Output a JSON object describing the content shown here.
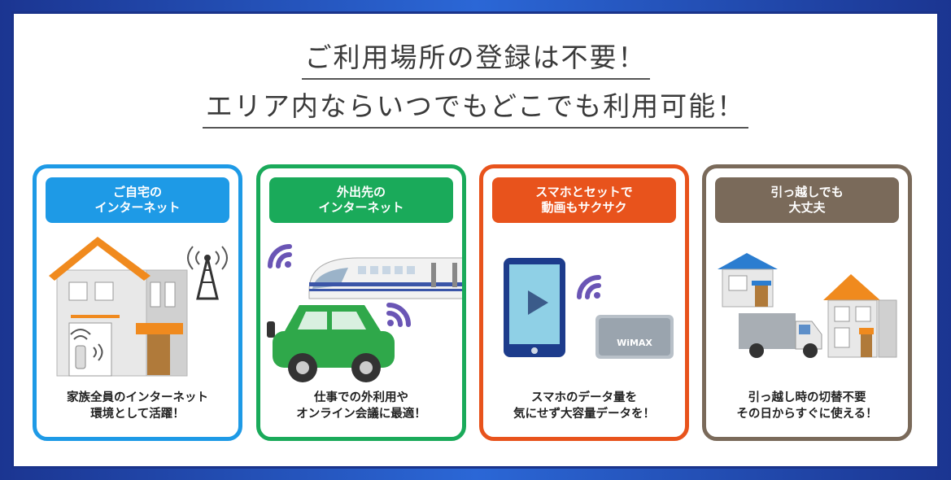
{
  "headline": {
    "line1": "ご利用場所の登録は不要！",
    "line2": "エリア内ならいつでもどこでも利用可能！"
  },
  "cards": [
    {
      "title_line1": "ご自宅の",
      "title_line2": "インターネット",
      "caption_line1": "家族全員のインターネット",
      "caption_line2": "環境として活躍！",
      "color": "#1e9ae6",
      "icon": "home-router-icon"
    },
    {
      "title_line1": "外出先の",
      "title_line2": "インターネット",
      "caption_line1": "仕事での外利用や",
      "caption_line2": "オンライン会議に最適！",
      "color": "#1aaa5a",
      "icon": "train-car-icon"
    },
    {
      "title_line1": "スマホとセットで",
      "title_line2": "動画もサクサク",
      "caption_line1": "スマホのデータ量を",
      "caption_line2": "気にせず大容量データを！",
      "color": "#e8531c",
      "icon": "tablet-router-icon",
      "router_label": "WiMAX"
    },
    {
      "title_line1": "引っ越しでも",
      "title_line2": "大丈夫",
      "caption_line1": "引っ越し時の切替不要",
      "caption_line2": "その日からすぐに使える！",
      "color": "#7a6a5a",
      "icon": "moving-truck-icon"
    }
  ]
}
